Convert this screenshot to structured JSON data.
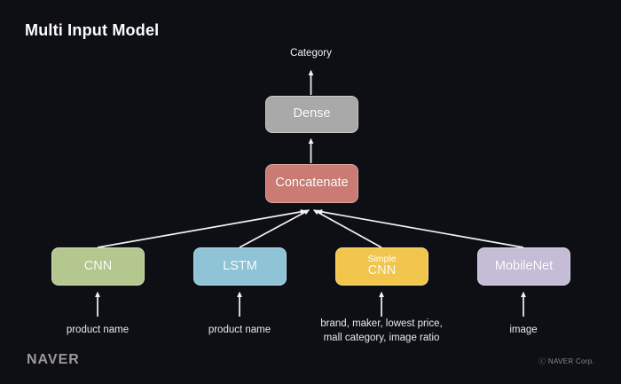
{
  "title": "Multi Input Model",
  "output_label": "Category",
  "nodes": {
    "dense": {
      "label": "Dense",
      "bg": "#a9a9a9",
      "border": "#c9c9c9"
    },
    "concatenate": {
      "label": "Concatenate",
      "bg": "#c97b74",
      "border": "#dba69f"
    },
    "cnn": {
      "label": "CNN",
      "bg": "#b4c78f",
      "border": "#cfdcb0"
    },
    "lstm": {
      "label": "LSTM",
      "bg": "#8fc3d6",
      "border": "#b6d9e5"
    },
    "simple_cnn": {
      "label_line1": "Simple",
      "label_line2": "CNN",
      "bg": "#f2c64c",
      "border": "#f6d98b"
    },
    "mobilenet": {
      "label": "MobileNet",
      "bg": "#c5bdd6",
      "border": "#dad5e5"
    }
  },
  "inputs": [
    {
      "label": "product name"
    },
    {
      "label": "product name"
    },
    {
      "label_line1": "brand, maker, lowest price,",
      "label_line2": "mall category, image ratio"
    },
    {
      "label": "image"
    }
  ],
  "footer": {
    "brand": "NAVER",
    "copyright": "ⓒ  NAVER Corp."
  },
  "colors": {
    "background": "#0e0f14",
    "arrow": "#f2f2f2",
    "text": "#ffffff"
  }
}
